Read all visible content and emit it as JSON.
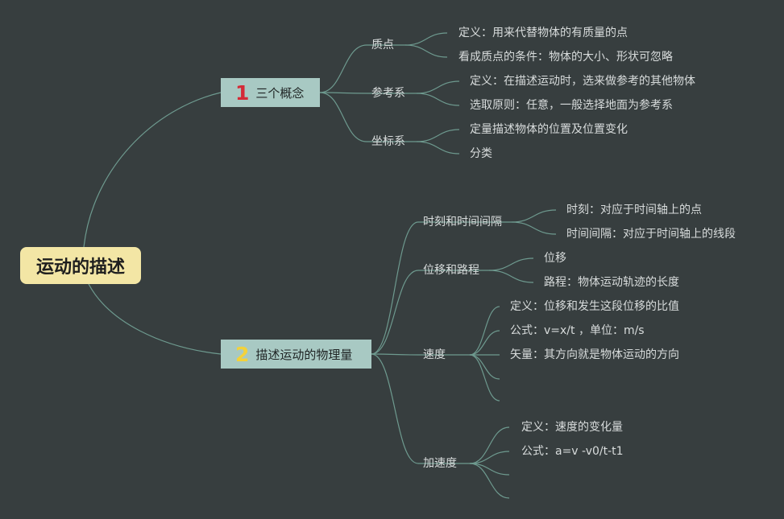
{
  "root": {
    "label": "运动的描述"
  },
  "branches": [
    {
      "number": "1",
      "label": "三个概念",
      "children": [
        {
          "label": "质点",
          "items": [
            "定义：用来代替物体的有质量的点",
            "看成质点的条件：物体的大小、形状可忽略"
          ]
        },
        {
          "label": "参考系",
          "items": [
            "定义：在描述运动时，选来做参考的其他物体",
            "选取原则：任意，一般选择地面为参考系"
          ]
        },
        {
          "label": "坐标系",
          "items": [
            "定量描述物体的位置及位置变化",
            "分类"
          ]
        }
      ]
    },
    {
      "number": "2",
      "label": "描述运动的物理量",
      "children": [
        {
          "label": "时刻和时间间隔",
          "items": [
            "时刻：对应于时间轴上的点",
            "时间间隔：对应于时间轴上的线段"
          ]
        },
        {
          "label": "位移和路程",
          "items": [
            "位移",
            "路程：物体运动轨迹的长度"
          ]
        },
        {
          "label": "速度",
          "items": [
            "定义：位移和发生这段位移的比值",
            "公式：v=x/t ，单位：m/s",
            "矢量：其方向就是物体运动的方向",
            "",
            ""
          ]
        },
        {
          "label": "加速度",
          "items": [
            "定义：速度的变化量",
            "公式：a=v -v0/t-t1",
            "",
            ""
          ]
        }
      ]
    }
  ],
  "colors": {
    "background": "#373e3f",
    "link": "#6e9a8f",
    "root_fill": "#f3e6a5",
    "branch_fill": "#a8c9c3",
    "number_1": "#d42a36",
    "number_2": "#f3d23a",
    "text": "#d8dcdc"
  }
}
